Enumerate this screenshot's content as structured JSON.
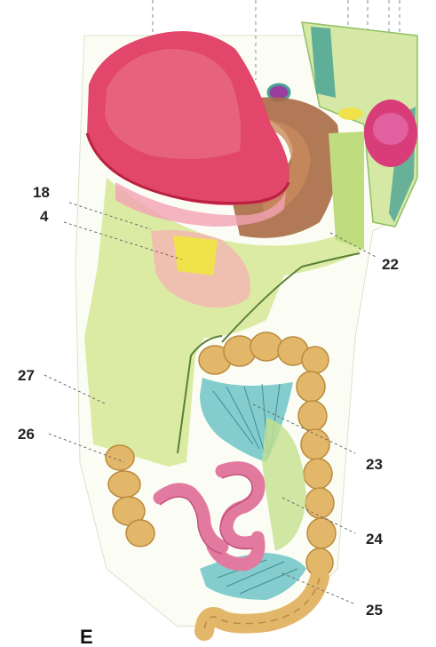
{
  "labels": [
    {
      "id": "18",
      "text": "18"
    },
    {
      "id": "4",
      "text": "4"
    },
    {
      "id": "22",
      "text": "22"
    },
    {
      "id": "27",
      "text": "27"
    },
    {
      "id": "26",
      "text": "26"
    },
    {
      "id": "23",
      "text": "23"
    },
    {
      "id": "24",
      "text": "24"
    },
    {
      "id": "25",
      "text": "25"
    }
  ],
  "panel_letter": "E",
  "colors": {
    "stomach": "#e2466b",
    "stomach_rim": "#b9213f",
    "peritoneum_green": "#cfe29a",
    "peritoneum_dark_green": "#8fbf62",
    "yellow": "#efe24a",
    "muscle_brown": "#a86a45",
    "colon_tan": "#e3b76a",
    "colon_dark": "#b98a3c",
    "small_intestine_pink": "#e27aa0",
    "mesentery_blue": "#6fc3c6",
    "teal_wall": "#4aa394"
  }
}
